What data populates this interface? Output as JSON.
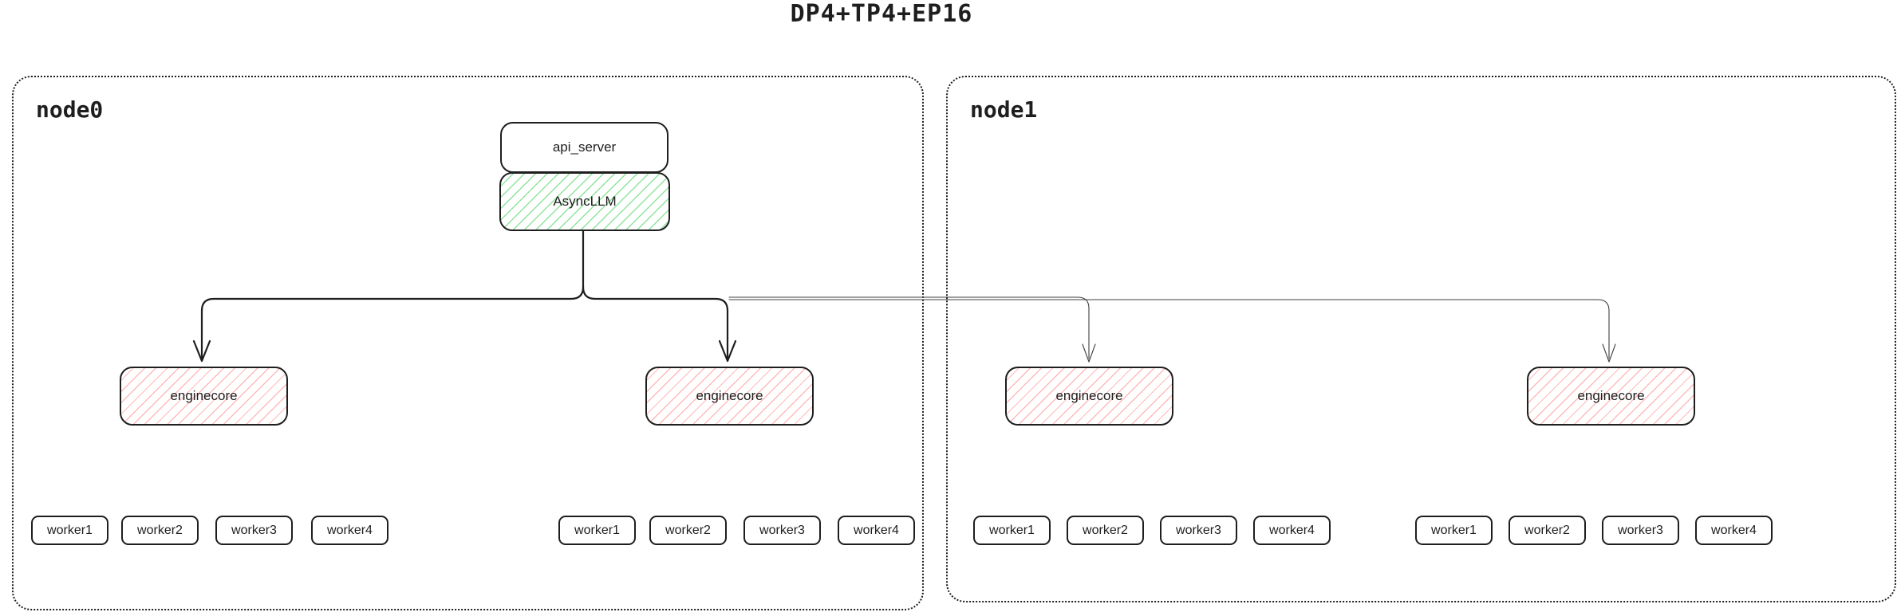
{
  "title": "DP4+TP4+EP16",
  "colors": {
    "stroke": "#1e1e1e",
    "green_hatch": "#69db7c",
    "red_hatch": "#ff8282",
    "background": "#ffffff"
  },
  "node0": {
    "label": "node0"
  },
  "node1": {
    "label": "node1"
  },
  "api_server": {
    "label": "api_server"
  },
  "async_llm": {
    "label": "AsyncLLM"
  },
  "groups": [
    {
      "enginecore_label": "enginecore",
      "workers": [
        "worker1",
        "worker2",
        "worker3",
        "worker4"
      ]
    },
    {
      "enginecore_label": "enginecore",
      "workers": [
        "worker1",
        "worker2",
        "worker3",
        "worker4"
      ]
    },
    {
      "enginecore_label": "enginecore",
      "workers": [
        "worker1",
        "worker2",
        "worker3",
        "worker4"
      ]
    },
    {
      "enginecore_label": "enginecore",
      "workers": [
        "worker1",
        "worker2",
        "worker3",
        "worker4"
      ]
    }
  ]
}
